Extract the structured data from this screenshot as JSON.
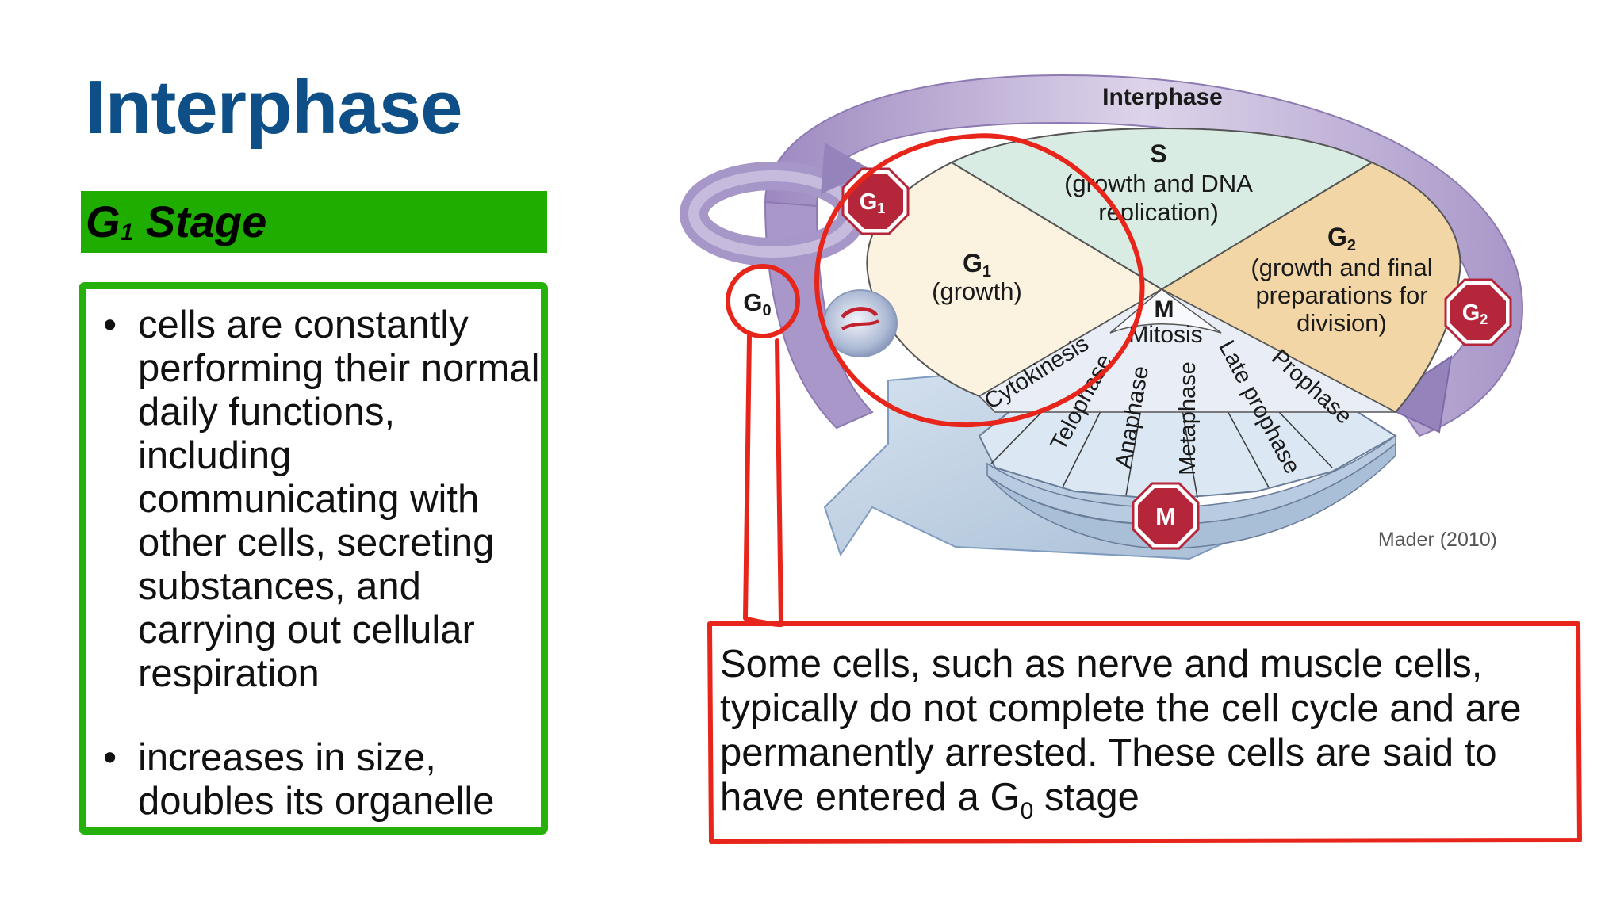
{
  "title": "Interphase",
  "stage_banner": {
    "letter": "G",
    "subscript": "1",
    "suffix": " Stage"
  },
  "bullets": [
    "cells are constantly performing their normal daily functions, including communicating with other cells, secreting substances, and carrying out cellular respiration",
    "increases in size, doubles its organelle"
  ],
  "bullet_glyph": "•",
  "diagram": {
    "ring_label": "Interphase",
    "s_phase": {
      "label": "S",
      "line1": "(growth and DNA",
      "line2": "replication)"
    },
    "g1_phase": {
      "label": "G",
      "sub": "1",
      "desc": "(growth)"
    },
    "g2_phase": {
      "label": "G",
      "sub": "2",
      "line1": "(growth and final",
      "line2": "preparations for",
      "line3": "division)"
    },
    "m_phase": {
      "label": "M",
      "arc_label": "Mitosis"
    },
    "m_segments": [
      "Cytokinesis",
      "Telophase",
      "Anaphase",
      "Metaphase",
      "Late prophase",
      "Prophase"
    ],
    "checkpoints": {
      "g1": {
        "label": "G",
        "sub": "1"
      },
      "g2": {
        "label": "G",
        "sub": "2"
      },
      "m": {
        "label": "M"
      },
      "g0": {
        "label": "G",
        "sub": "0"
      }
    },
    "credit": "Mader (2010)"
  },
  "callout": {
    "text": "Some cells, such as nerve and muscle cells, typically do not complete the cell cycle and are permanently arrested. These cells are said to have entered a G",
    "sub": "0",
    "tail": " stage"
  },
  "colors": {
    "title": "#0d4f86",
    "banner": "#1fae00",
    "green_outline": "#25b10a",
    "red_annotation": "#e8251a",
    "checkpoint": "#b5263a",
    "s_fill": "#d9ece3",
    "g1_fill": "#fbf2e0",
    "g2_fill": "#f3d6a6",
    "mitosis_fill": "#dbe7f2",
    "ring_fill": "#c9bedc"
  }
}
